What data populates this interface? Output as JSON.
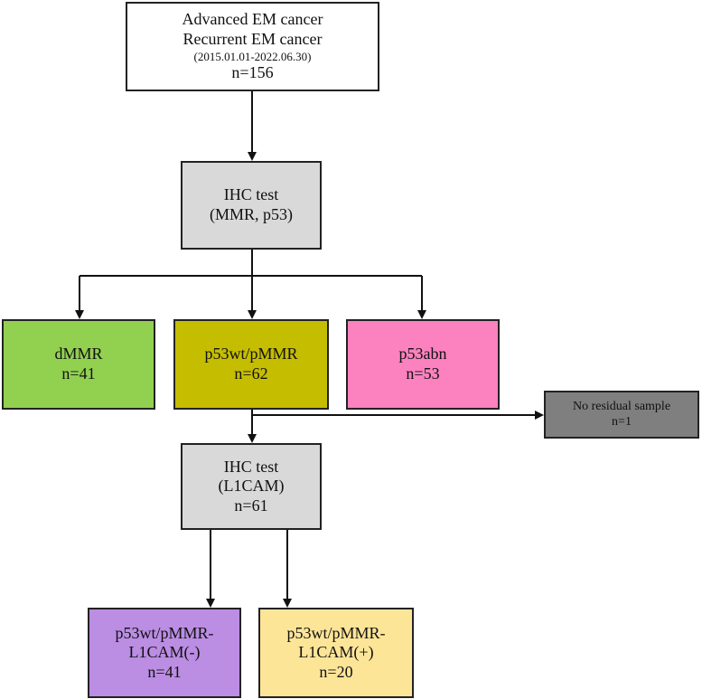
{
  "top_box": {
    "line1": "Advanced EM cancer",
    "line2": "Recurrent EM cancer",
    "line3": "(2015.01.01-2022.06.30)",
    "line4": "n=156"
  },
  "ihc1": {
    "line1": "IHC test",
    "line2": "(MMR, p53)"
  },
  "dmmr": {
    "line1": "dMMR",
    "line2": "n=41",
    "color": "#92d050"
  },
  "p53wt": {
    "line1": "p53wt/pMMR",
    "line2": "n=62",
    "color": "#c5bd00"
  },
  "p53abn": {
    "line1": "p53abn",
    "line2": "n=53",
    "color": "#fb81bf"
  },
  "no_residual": {
    "line1": "No residual sample",
    "line2": "n=1",
    "color": "#7f7f7f"
  },
  "ihc2": {
    "line1": "IHC test",
    "line2": "(L1CAM)",
    "line3": "n=61"
  },
  "l1cam_neg": {
    "line1": "p53wt/pMMR-",
    "line2": "L1CAM(-)",
    "line3": "n=41",
    "color": "#bb8de3"
  },
  "l1cam_pos": {
    "line1": "p53wt/pMMR-",
    "line2": "L1CAM(+)",
    "line3": "n=20",
    "color": "#fde598"
  },
  "ihc_box_color": "#d9d9d9"
}
